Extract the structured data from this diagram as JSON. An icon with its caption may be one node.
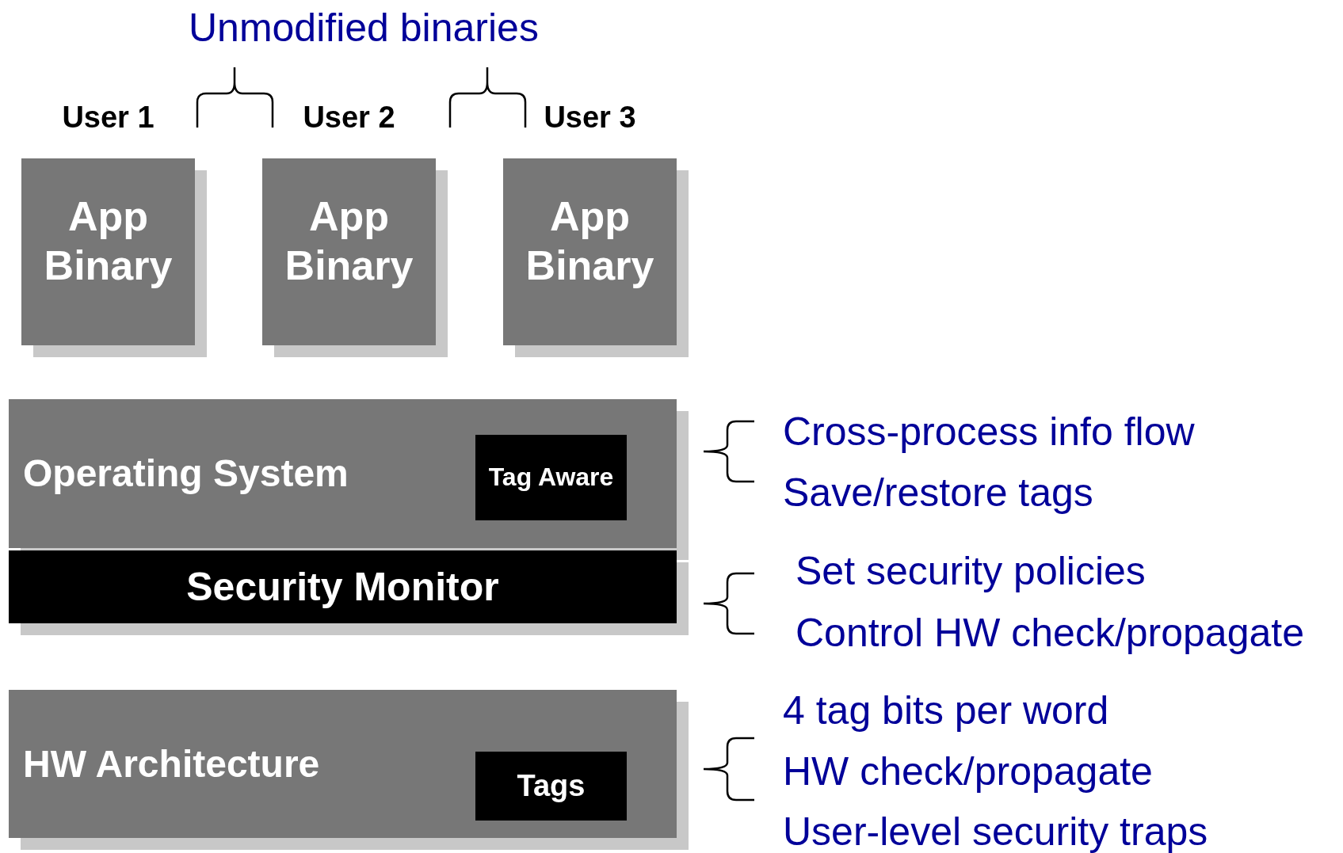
{
  "diagram": {
    "nodes": [
      {
        "text": [
          "User 1",
          "App Binary"
        ]
      },
      {
        "text": [
          "User 2",
          "App Binary"
        ]
      },
      {
        "text": [
          "User 3",
          "App Binary"
        ]
      },
      {
        "text": [
          "Operating System"
        ]
      },
      {
        "text": [
          "Tag Aware"
        ],
        "in": 3
      },
      {
        "text": [
          "Security Monitor"
        ]
      },
      {
        "text": [
          "HW Architecture"
        ]
      },
      {
        "text": [
          "Tags"
        ],
        "in": 6
      }
    ],
    "edges": [],
    "labels": [
      "Unmodified binaries",
      "Cross-process info flow",
      "Save/restore tags",
      "Set security policies",
      "Control HW check/propagate",
      "4 tag bits per word",
      "HW check/propagate",
      "User-level security traps"
    ]
  }
}
